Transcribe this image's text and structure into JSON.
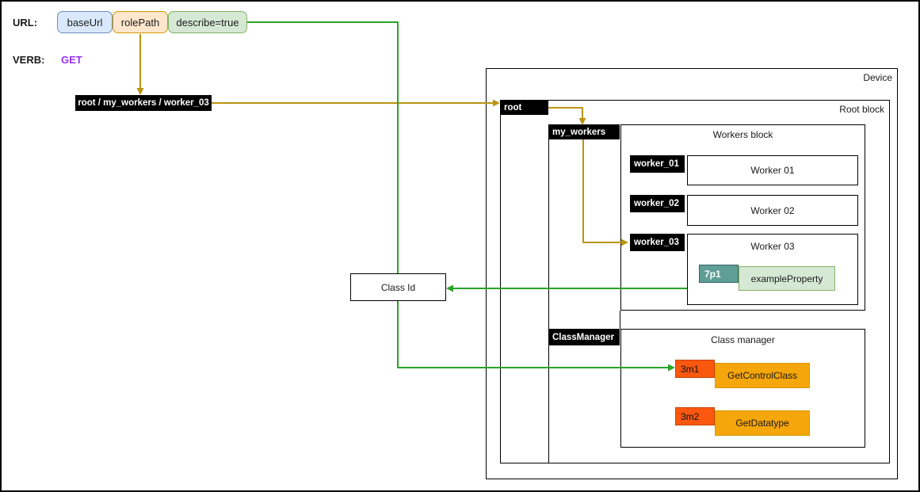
{
  "request": {
    "url_label": "URL:",
    "segments": [
      {
        "label": "baseUrl"
      },
      {
        "label": "rolePath"
      },
      {
        "label": "describe=true"
      }
    ],
    "verb_label": "VERB:",
    "verb": "GET",
    "resolved_path": "root / my_workers / worker_03"
  },
  "device": {
    "label": "Device",
    "root_block": {
      "tag": "root",
      "label": "Root block",
      "my_workers_tag": "my_workers",
      "workers_block": {
        "label": "Workers block",
        "workers": [
          {
            "tag": "worker_01",
            "label": "Worker 01"
          },
          {
            "tag": "worker_02",
            "label": "Worker 02"
          },
          {
            "tag": "worker_03",
            "label": "Worker 03",
            "property": {
              "tag": "7p1",
              "label": "exampleProperty"
            }
          }
        ]
      },
      "class_manager": {
        "tag": "ClassManager",
        "label": "Class manager",
        "methods": [
          {
            "tag": "3m1",
            "label": "GetControlClass"
          },
          {
            "tag": "3m2",
            "label": "GetDatatype"
          }
        ]
      }
    }
  },
  "annotations": {
    "class_id": "Class Id"
  },
  "colors": {
    "arrow_yellow": "#b9940f",
    "arrow_green": "#29a329",
    "tag_bg": "#000000",
    "tag_text": "#ffffff",
    "baseurl_fill": "#dae8fc",
    "baseurl_border": "#6c8ebf",
    "rolepath_fill": "#ffe6cc",
    "rolepath_border": "#d79b00",
    "describe_fill": "#d5e8d4",
    "describe_border": "#82b366",
    "property_tag_fill": "#5f9e96",
    "property_fill": "#d5e8d4",
    "property_border": "#82b366",
    "method_tag_fill": "#fb570f",
    "method_fill": "#f5a60a",
    "method_border": "#d79b00",
    "verb_color": "#9a2ff5"
  }
}
